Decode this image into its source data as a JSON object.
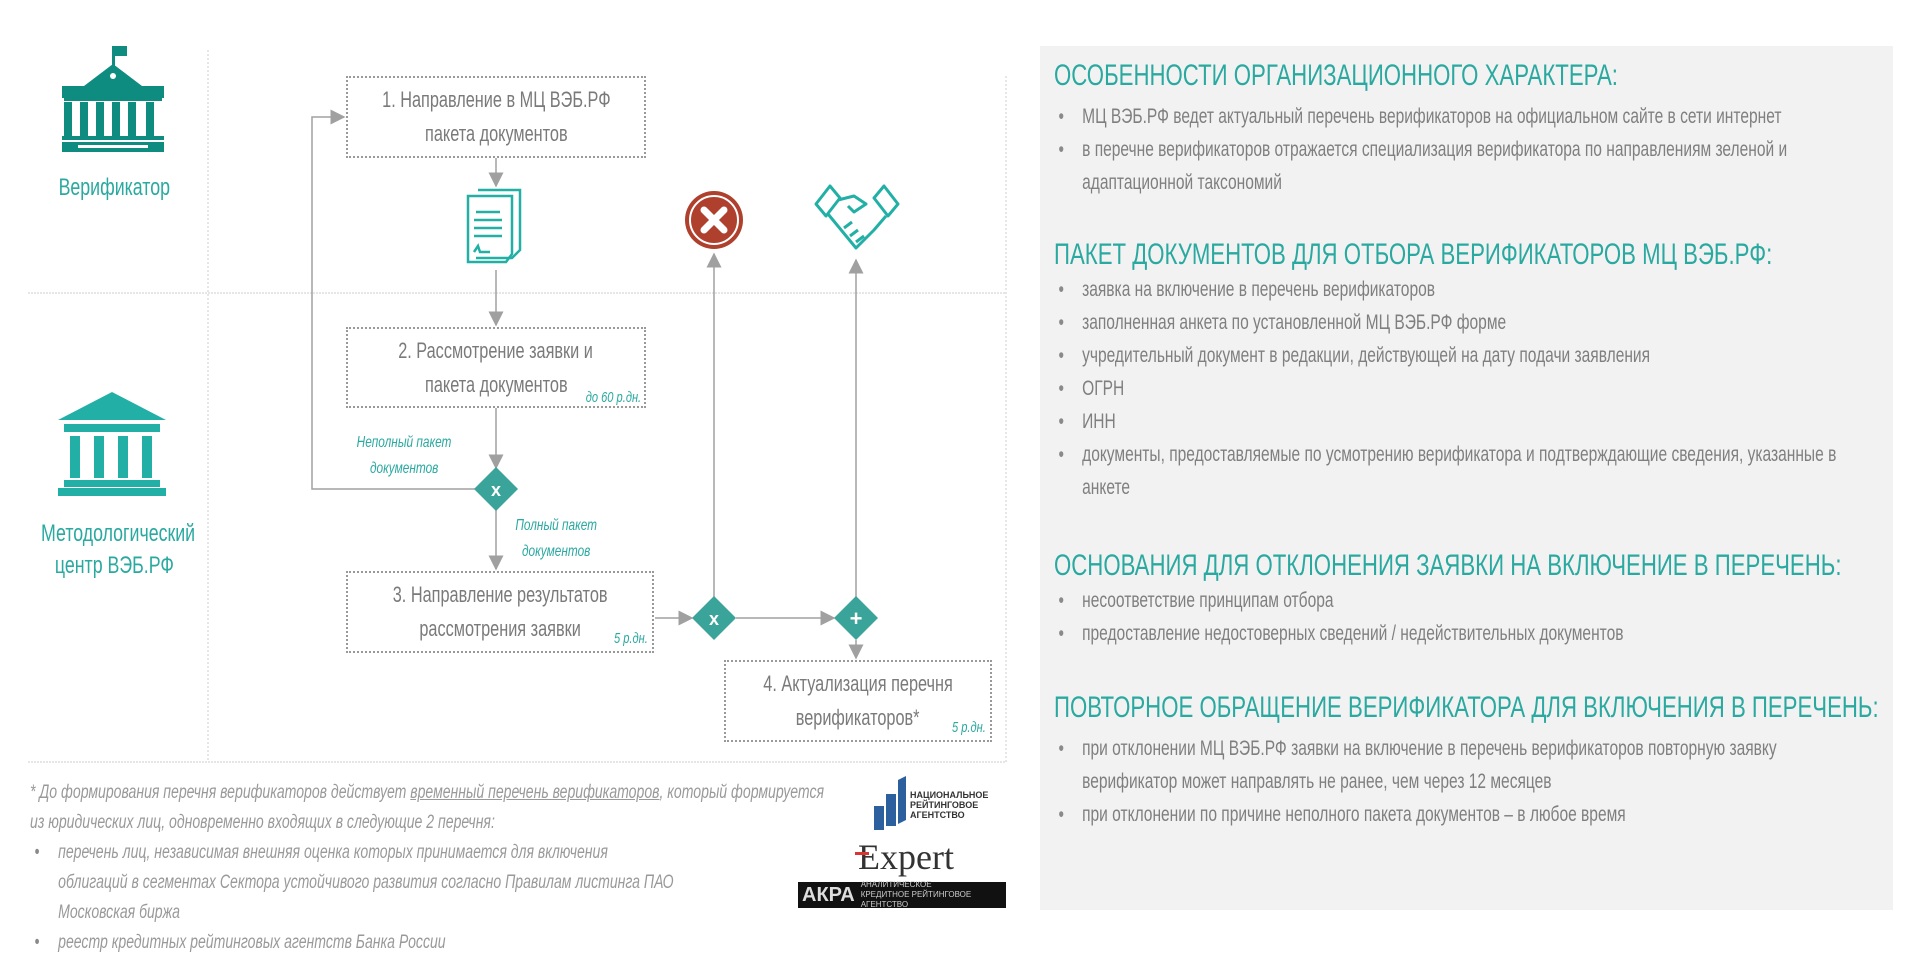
{
  "lanes": {
    "verifier": "Верификатор",
    "center": "Методологический центр ВЭБ.РФ",
    "center_line1": "Методологический",
    "center_line2": "центр ВЭБ.РФ"
  },
  "steps": [
    {
      "line1": "1. Направление в МЦ ВЭБ.РФ",
      "line2": "пакета документов"
    },
    {
      "line1": "2. Рассмотрение заявки и",
      "line2": "пакета документов",
      "duration": "до 60 р.дн."
    },
    {
      "line1": "3. Направление результатов",
      "line2": "рассмотрения заявки",
      "duration": "5 р.дн."
    },
    {
      "line1": "4. Актуализация перечня",
      "line2": "верификаторов*",
      "duration": "5 р.дн."
    }
  ],
  "gateways": {
    "exclusive": "x",
    "parallel": "+"
  },
  "flow_labels": {
    "incomplete1": "Неполный пакет",
    "incomplete2": "документов",
    "complete1": "Полный пакет",
    "complete2": "документов"
  },
  "icons": [
    "government-building-icon",
    "institution-columns-icon",
    "document-icon",
    "reject-icon",
    "handshake-icon"
  ],
  "footnote": {
    "prefix": "* До формирования перечня верификаторов действует ",
    "underlined": "временный перечень верификаторов",
    "suffix": ", который формируется",
    "line2": "из юридических лиц, одновременно входящих в следующие 2 перечня:",
    "items": [
      "перечень лиц, независимая внешняя оценка которых принимается для включения облигаций в сегментах Сектора устойчивого развития согласно Правилам листинга ПАО Московская биржа",
      "реестр кредитных рейтинговых агентств Банка России"
    ]
  },
  "logos": {
    "nra": "НАЦИОНАЛЬНОЕ РЕЙТИНГОВОЕ АГЕНТСТВО",
    "expert": "Expert",
    "akra": "АКРА",
    "akra_sub": "АНАЛИТИЧЕСКОЕ КРЕДИТНОЕ РЕЙТИНГОВОЕ АГЕНТСТВО"
  },
  "panel": {
    "sections": [
      {
        "title": "ОСОБЕННОСТИ ОРГАНИЗАЦИОННОГО ХАРАКТЕРА:",
        "items": [
          "МЦ ВЭБ.РФ ведет актуальный перечень верификаторов на официальном сайте в сети интернет",
          "в перечне верификаторов отражается специализация верификатора по направлениям зеленой и адаптационной таксономий"
        ]
      },
      {
        "title": "ПАКЕТ ДОКУМЕНТОВ ДЛЯ ОТБОРА ВЕРИФИКАТОРОВ МЦ ВЭБ.РФ:",
        "items": [
          "заявка на включение в перечень верификаторов",
          "заполненная анкета по установленной МЦ ВЭБ.РФ форме",
          "учредительный документ в редакции, действующей на дату подачи заявления",
          "ОГРН",
          "ИНН",
          "документы, предоставляемые по усмотрению верификатора и подтверждающие сведения, указанные в анкете"
        ]
      },
      {
        "title": "ОСНОВАНИЯ ДЛЯ ОТКЛОНЕНИЯ ЗАЯВКИ НА ВКЛЮЧЕНИЕ В ПЕРЕЧЕНЬ:",
        "items": [
          "несоответствие принципам отбора",
          "предоставление недостоверных сведений / недействительных документов"
        ]
      },
      {
        "title": "ПОВТОРНОЕ ОБРАЩЕНИЕ ВЕРИФИКАТОРА ДЛЯ ВКЛЮЧЕНИЯ В ПЕРЕЧЕНЬ:",
        "items": [
          "при отклонении МЦ ВЭБ.РФ заявки на включение в перечень верификаторов повторную заявку верификатор может направлять не ранее, чем через 12 месяцев",
          "при отклонении по причине неполного пакета документов – в любое время"
        ]
      }
    ]
  },
  "colors": {
    "teal": "#2aa9a0",
    "gateway": "#3aa39a",
    "reject": "#b0402e",
    "text": "#7f7f7f",
    "panel": "#f2f2f2"
  }
}
